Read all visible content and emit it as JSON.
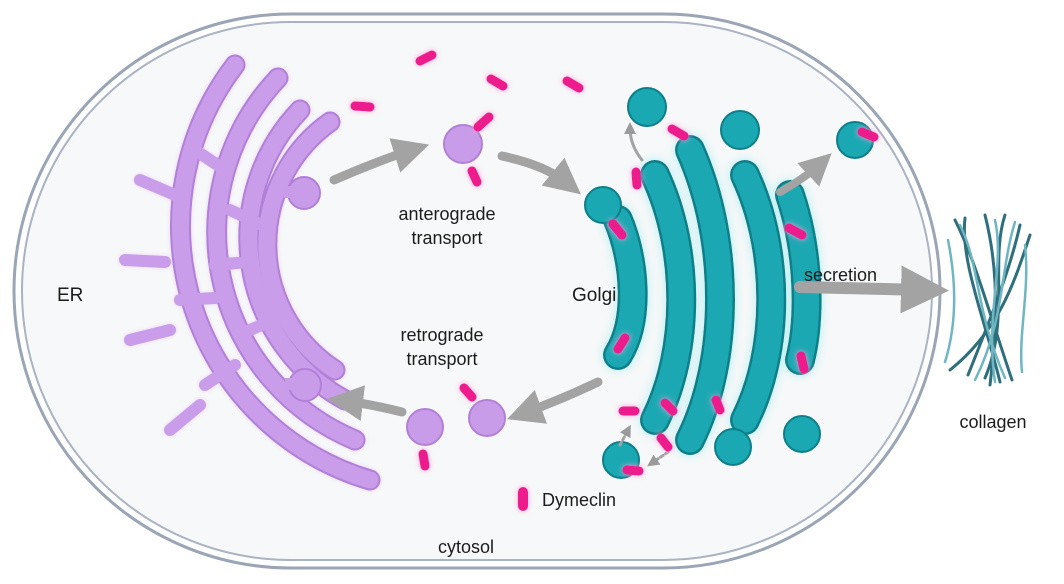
{
  "labels": {
    "er": "ER",
    "golgi": "Golgi",
    "anterograde_1": "anterograde",
    "anterograde_2": "transport",
    "retrograde_1": "retrograde",
    "retrograde_2": "transport",
    "secretion": "secretion",
    "collagen": "collagen",
    "cytosol": "cytosol",
    "legend_dymeclin": "Dymeclin"
  },
  "colors": {
    "er": "#c89ce8",
    "er_stroke": "#b27fd9",
    "golgi": "#18a6b1",
    "golgi_stroke": "#0c7f89",
    "golgi_glow": "#bff3f5",
    "dymeclin": "#ec1c8c",
    "dymeclin_glow": "#ffb3de",
    "arrow": "#a3a3a3",
    "membrane": "#8c99ab",
    "membrane_fill": "#f6f7f8",
    "collagen": "#4d9aa8",
    "collagen_dark": "#2e6f7d"
  }
}
